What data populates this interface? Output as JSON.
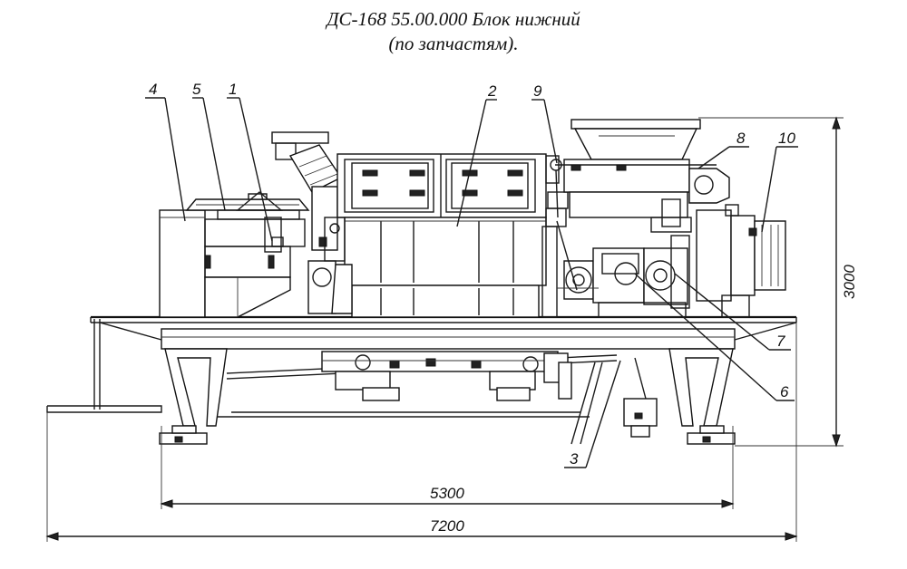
{
  "title": {
    "line1": "ДС-168 55.00.000 Блок нижний",
    "line2": "(по запчастям)."
  },
  "callouts": [
    {
      "id": "4",
      "label": "4"
    },
    {
      "id": "5",
      "label": "5"
    },
    {
      "id": "1",
      "label": "1"
    },
    {
      "id": "2",
      "label": "2"
    },
    {
      "id": "9",
      "label": "9"
    },
    {
      "id": "8",
      "label": "8"
    },
    {
      "id": "10",
      "label": "10"
    },
    {
      "id": "7",
      "label": "7"
    },
    {
      "id": "6",
      "label": "6"
    },
    {
      "id": "3",
      "label": "3"
    }
  ],
  "dimensions": {
    "height": "3000",
    "inner_width": "5300",
    "overall_width": "7200"
  }
}
